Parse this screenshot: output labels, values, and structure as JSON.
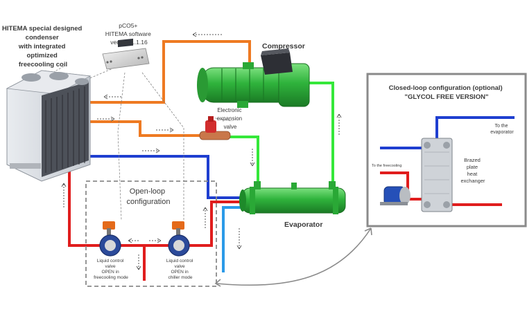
{
  "condenser_label": [
    "HITEMA special designed",
    "condenser",
    "with integrated",
    "optimized",
    "freecooling coil"
  ],
  "controller_label": [
    "pCO5+",
    "HITEMA software",
    "version 1.1.16"
  ],
  "compressor_label": "Compressor",
  "expansion_valve_label": [
    "Electronic",
    "expansion",
    "valve"
  ],
  "evaporator_label": "Evaporator",
  "open_loop_title": [
    "Open-loop",
    "configuration"
  ],
  "valve_left_label": [
    "Liquid control",
    "valve",
    "OPEN in",
    "freecooling mode"
  ],
  "valve_right_label": [
    "Liquid control",
    "valve",
    "OPEN in",
    "chiller mode"
  ],
  "closed_loop_title": [
    "Closed-loop configuration (optional)",
    "\"GLYCOL FREE VERSION\""
  ],
  "to_evaporator_label": [
    "To the",
    "evaporator"
  ],
  "to_freecooling_label": "To the freecooling",
  "heat_exchanger_label": [
    "Brazed",
    "plate",
    "heat",
    "exchanger"
  ],
  "colors": {
    "hot_line": "#ee7a22",
    "cold_line": "#1f3fd0",
    "warm_line": "#e01d1d",
    "suction_line": "#35e83a",
    "return_line": "#2b9ae8",
    "component_green": "#3fbf4a",
    "box_border": "#8a8a8a"
  }
}
